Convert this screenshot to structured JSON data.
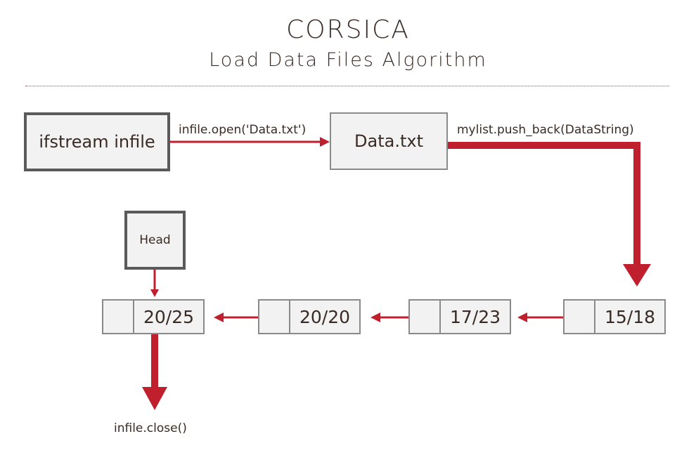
{
  "header": {
    "title": "CORSICA",
    "subtitle": "Load Data Files Algorithm"
  },
  "nodes": {
    "ifstream": "ifstream infile",
    "data_file": "Data.txt",
    "head": "Head"
  },
  "edges": {
    "open": "infile.open('Data.txt')",
    "push_back": "mylist.push_back(DataString)",
    "close": "infile.close()"
  },
  "list_nodes": [
    "20/25",
    "20/20",
    "17/23",
    "15/18"
  ],
  "colors": {
    "accent": "#c0202e",
    "box_fill": "#f2f2f2",
    "box_border": "#8a8a8a",
    "text": "#3a2a24"
  }
}
